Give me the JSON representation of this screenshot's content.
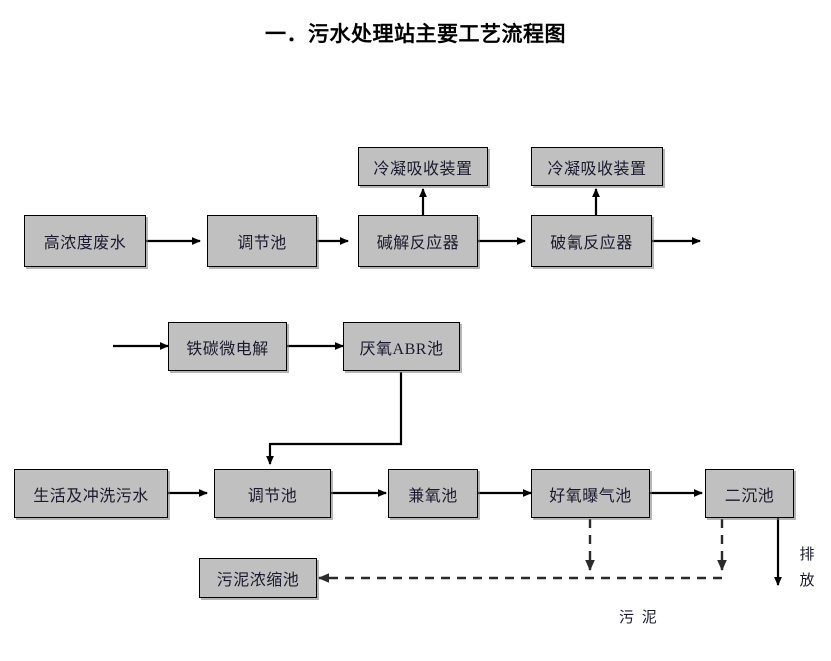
{
  "page": {
    "title": "一．污水处理站主要工艺流程图",
    "background_color": "#ffffff",
    "node_fill_color": "#c0c0c0",
    "node_border_color": "#000000",
    "line_color": "#000000"
  },
  "nodes": {
    "high_conc_wastewater": "高浓度废水",
    "regulating_tank_top": "调节池",
    "alkaline_hydrolysis_reactor": "碱解反应器",
    "cyanide_breaking_reactor": "破氰反应器",
    "condensation_absorption_1": "冷凝吸收装置",
    "condensation_absorption_2": "冷凝吸收装置",
    "iron_carbon_microelectrolysis": "铁碳微电解",
    "anaerobic_abr_tank": "厌氧ABR池",
    "domestic_washing_wastewater": "生活及冲洗污水",
    "regulating_tank_bottom": "调节池",
    "facultative_tank": "兼氧池",
    "aerobic_aeration_tank": "好氧曝气池",
    "secondary_settling_tank": "二沉池",
    "sludge_thickening_tank": "污泥浓缩池"
  },
  "labels": {
    "sludge": "污 泥",
    "discharge_line_1": "排",
    "discharge_line_2": "放"
  },
  "chart_data": {
    "type": "diagram",
    "diagram_kind": "process-flow",
    "title": "一．污水处理站主要工艺流程图",
    "rows": [
      {
        "name": "high-concentration-wastewater-line",
        "sequence": [
          "高浓度废水",
          "调节池",
          "碱解反应器",
          "破氰反应器"
        ],
        "branches": [
          {
            "from": "碱解反应器",
            "to": "冷凝吸收装置",
            "direction": "up",
            "style": "solid"
          },
          {
            "from": "破氰反应器",
            "to": "冷凝吸收装置",
            "direction": "up",
            "style": "solid"
          },
          {
            "from": "破氰反应器",
            "to": "",
            "direction": "right",
            "style": "solid"
          }
        ]
      },
      {
        "name": "pretreatment-line",
        "sequence": [
          "铁碳微电解",
          "厌氧ABR池"
        ],
        "branches": [
          {
            "from": "",
            "to": "铁碳微电解",
            "direction": "right",
            "style": "solid"
          },
          {
            "from": "厌氧ABR池",
            "to": "调节池",
            "direction": "down-left",
            "style": "solid"
          }
        ]
      },
      {
        "name": "biological-treatment-line",
        "sequence": [
          "生活及冲洗污水",
          "调节池",
          "兼氧池",
          "好氧曝气池",
          "二沉池"
        ],
        "branches": [
          {
            "from": "好氧曝气池",
            "to": "污泥浓缩池",
            "direction": "down-left",
            "style": "dashed",
            "label": "污 泥"
          },
          {
            "from": "二沉池",
            "to": "污泥浓缩池",
            "direction": "down-left",
            "style": "dashed",
            "label": "污 泥"
          },
          {
            "from": "二沉池",
            "to": "排放",
            "direction": "down",
            "style": "solid"
          }
        ]
      }
    ]
  }
}
